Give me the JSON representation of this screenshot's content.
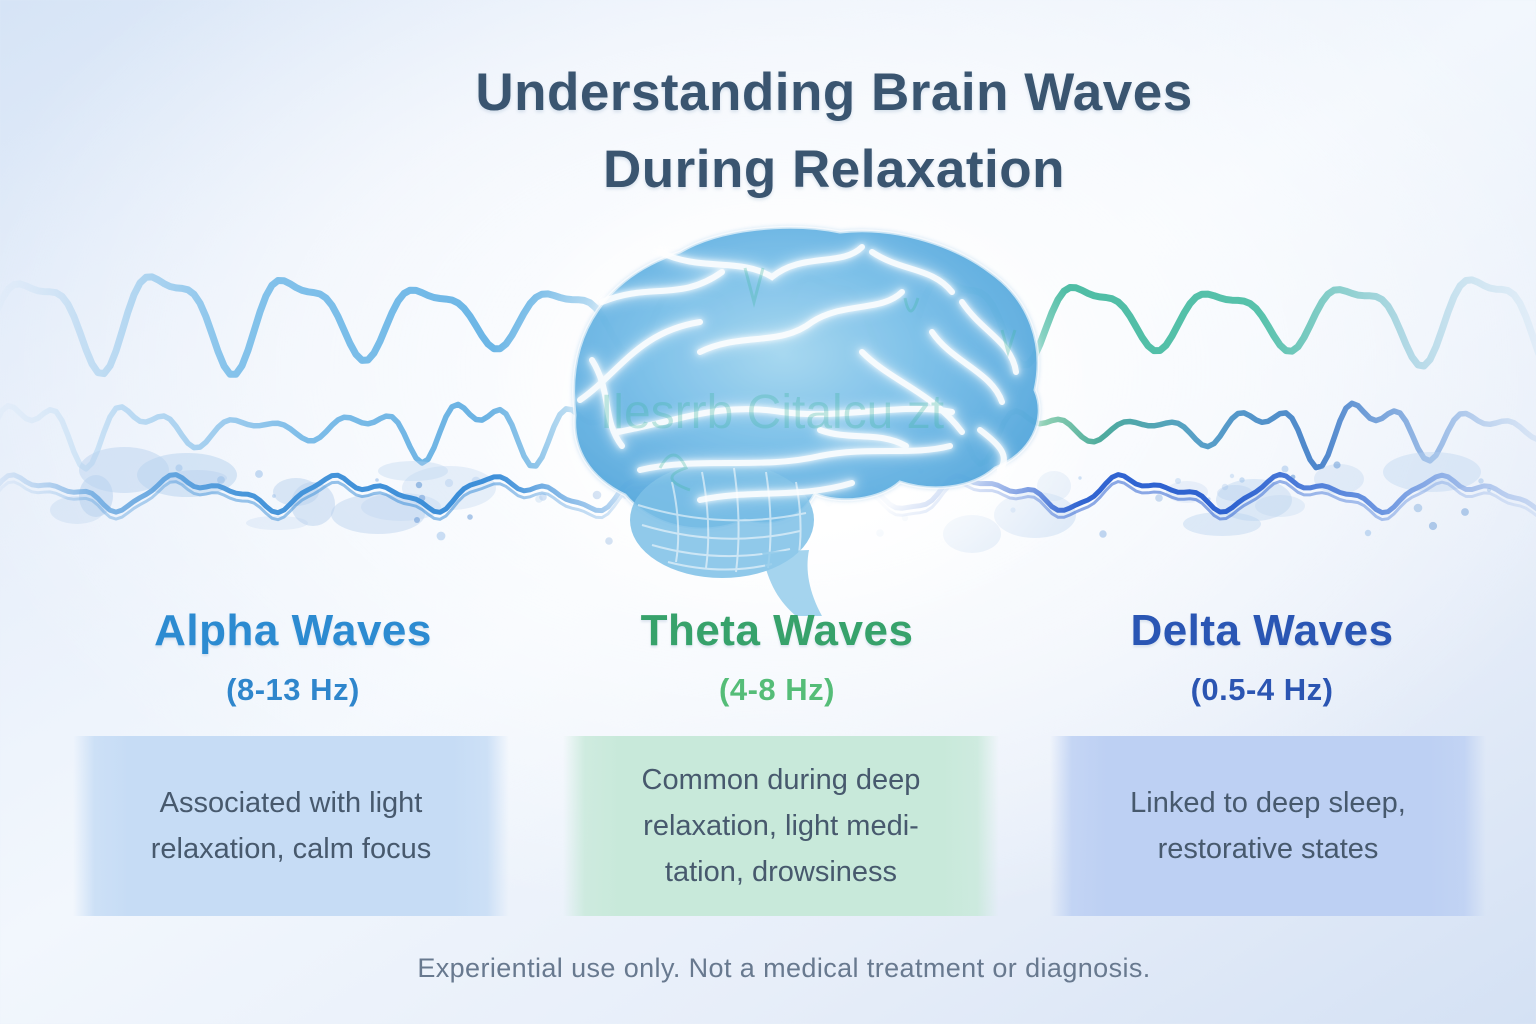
{
  "title": {
    "line1": "Understanding Brain Waves",
    "line2": "During Relaxation"
  },
  "columns": [
    {
      "id": "alpha",
      "name": "Alpha Waves",
      "range": "(8-13 Hz)",
      "description": "Associated with light\nrelaxation, calm focus",
      "name_color": "#2c8bd1",
      "range_color": "#2f86cc",
      "panel_color": "#c6dcf5"
    },
    {
      "id": "theta",
      "name": "Theta Waves",
      "range": "(4-8 Hz)",
      "description": "Common during deep\nrelaxation, light medi-\ntation, drowsiness",
      "name_color": "#37a26b",
      "range_color": "#55bd78",
      "panel_color": "#c8e9da"
    },
    {
      "id": "delta",
      "name": "Delta Waves",
      "range": "(0.5-4 Hz)",
      "description": "Linked to deep sleep,\nrestorative states",
      "name_color": "#2a56b4",
      "range_color": "#2b55b2",
      "panel_color": "#bdd0f3"
    }
  ],
  "footer": {
    "disclaimer": "Experiential use only. Not a medical treatment or diagnosis."
  },
  "brain": {
    "watermark": "Ilesrrb Citalcu zt"
  },
  "palette": {
    "title_text": "#3a5570",
    "body_text": "#47596d",
    "footer_text": "#68798f",
    "alpha_wave_blue": "#5fb0e4",
    "theta_wave_teal": "#4fbfa8",
    "delta_wave_blue": "#3366d2",
    "brain_blue": "#5aabdf",
    "background_edge": "#d4e1f4"
  }
}
